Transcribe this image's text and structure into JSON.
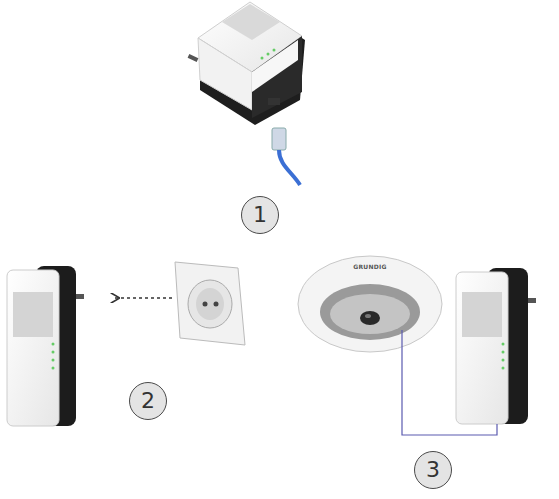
{
  "diagram": {
    "nodes": [
      {
        "text": [
          "1"
        ]
      },
      {
        "text": [
          "2"
        ]
      },
      {
        "text": [
          "3"
        ]
      }
    ],
    "labels": [
      "GRUNDIG"
    ]
  }
}
